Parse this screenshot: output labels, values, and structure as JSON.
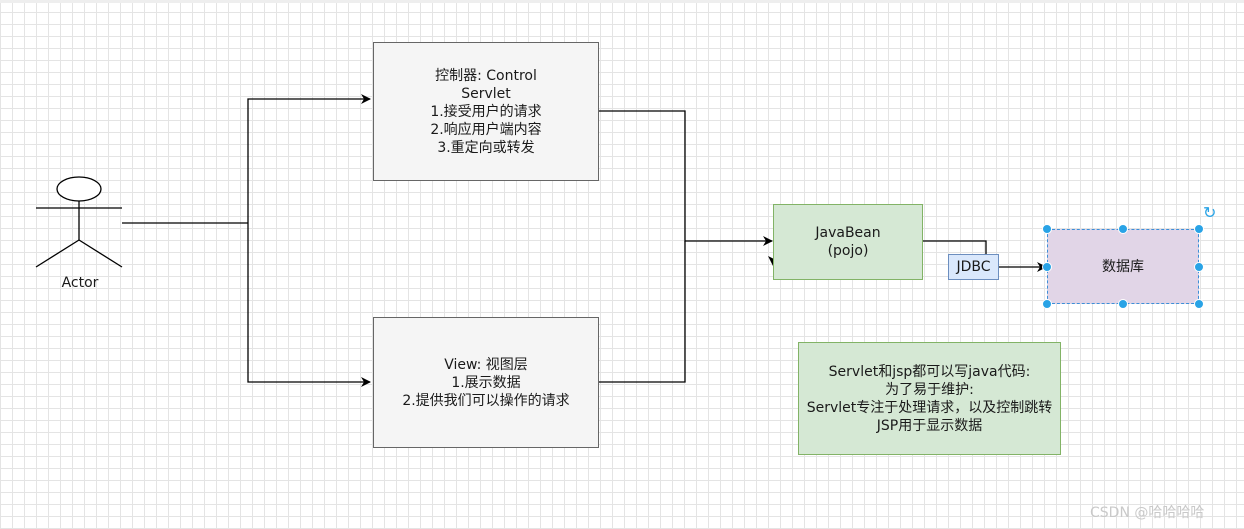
{
  "actor": {
    "label": "Actor"
  },
  "controller": {
    "lines": [
      "控制器: Control",
      "Servlet",
      "1.接受用户的请求",
      "2.响应用户端内容",
      "3.重定向或转发"
    ]
  },
  "view": {
    "lines": [
      "View: 视图层",
      "1.展示数据",
      "2.提供我们可以操作的请求"
    ]
  },
  "javabean": {
    "lines": [
      "JavaBean",
      "(pojo)"
    ]
  },
  "jdbc": {
    "label": "JDBC"
  },
  "database": {
    "label": "数据库"
  },
  "note": {
    "lines": [
      "Servlet和jsp都可以写java代码:",
      "为了易于维护:",
      "Servlet专注于处理请求，以及控制跳转",
      "JSP用于显示数据"
    ]
  },
  "watermark": "CSDN @哈哈哈哈"
}
